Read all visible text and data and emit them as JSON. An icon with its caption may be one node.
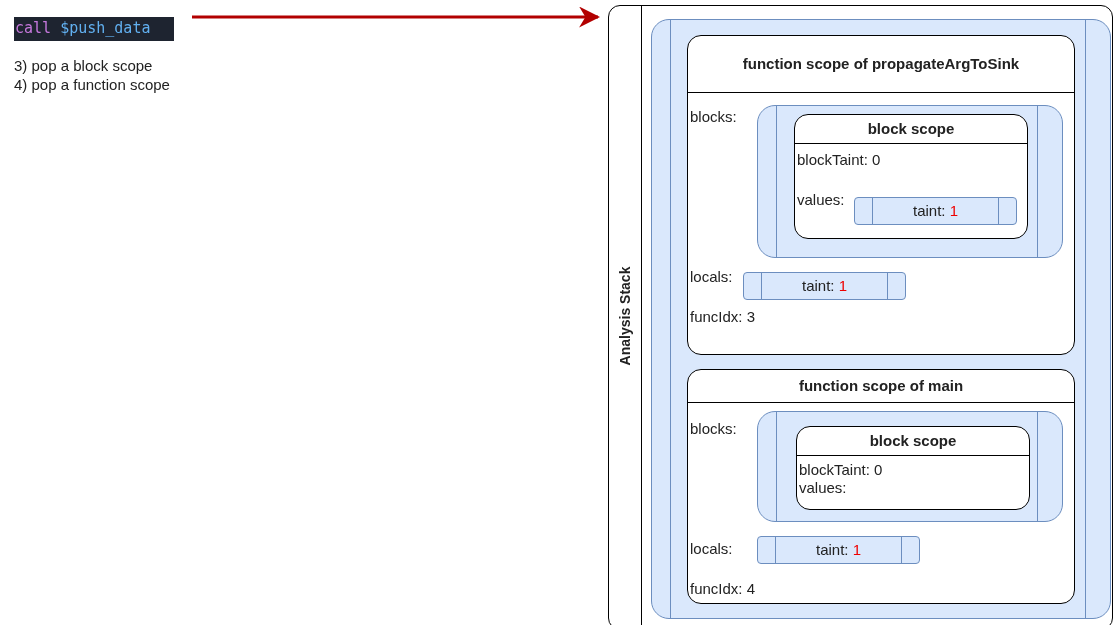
{
  "diagram": {
    "nodes": [
      {
        "text": [
          "call $push_data"
        ]
      },
      {
        "text": [
          "Analysis Stack"
        ]
      },
      {
        "text": [],
        "shape": "box",
        "in": 1
      },
      {
        "text": [
          "function scope of propagateArgToSink",
          "blocks:",
          "locals:",
          "funcIdx: 3"
        ],
        "in": 2
      },
      {
        "text": [],
        "shape": "box",
        "in": 3
      },
      {
        "text": [
          "block scope",
          "blockTaint: 0",
          "values:"
        ],
        "in": 4
      },
      {
        "text": [
          "taint: 1"
        ],
        "in": 5
      },
      {
        "text": [
          "taint: 1"
        ],
        "in": 3
      },
      {
        "text": [
          "function scope of main",
          "blocks:",
          "locals:",
          "funcIdx: 4"
        ],
        "in": 2
      },
      {
        "text": [],
        "shape": "box",
        "in": 8
      },
      {
        "text": [
          "block scope",
          "blockTaint: 0",
          "values:"
        ],
        "in": 9
      },
      {
        "text": [
          "taint: 1"
        ],
        "in": 8
      }
    ],
    "edges": [
      {
        "from": 0,
        "to": 1,
        "arrow": "to",
        "color": "#b20000"
      }
    ],
    "labels": [
      "3) pop a block scope",
      "4) pop a function scope"
    ]
  }
}
